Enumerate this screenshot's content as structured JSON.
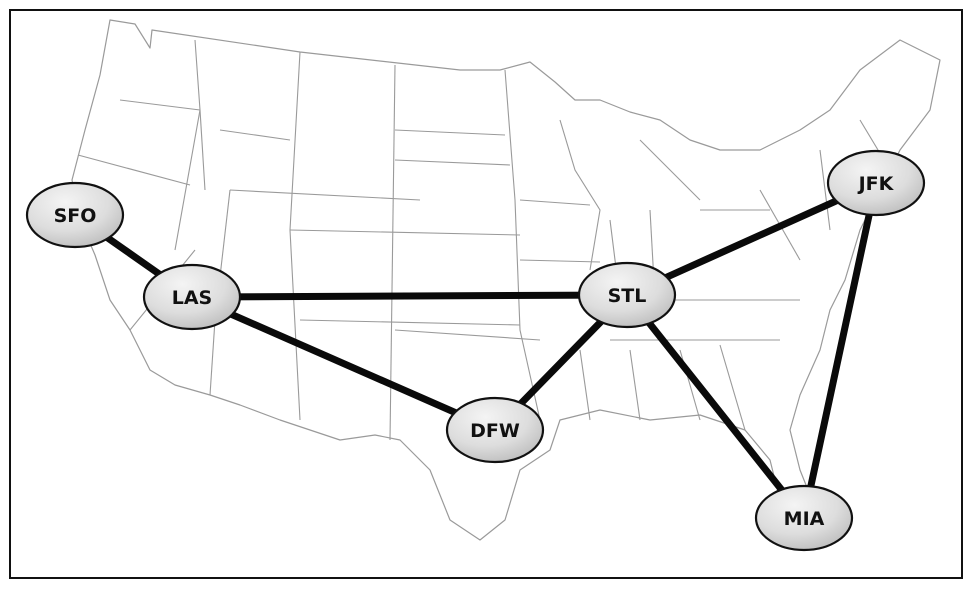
{
  "airports": [
    {
      "id": "SFO",
      "label": "SFO"
    },
    {
      "id": "LAS",
      "label": "LAS"
    },
    {
      "id": "STL",
      "label": "STL"
    },
    {
      "id": "DFW",
      "label": "DFW"
    },
    {
      "id": "JFK",
      "label": "JFK"
    },
    {
      "id": "MIA",
      "label": "MIA"
    }
  ],
  "routes": [
    {
      "from": "SFO",
      "to": "LAS"
    },
    {
      "from": "LAS",
      "to": "STL"
    },
    {
      "from": "LAS",
      "to": "DFW"
    },
    {
      "from": "STL",
      "to": "DFW"
    },
    {
      "from": "STL",
      "to": "JFK"
    },
    {
      "from": "STL",
      "to": "MIA"
    },
    {
      "from": "JFK",
      "to": "MIA"
    }
  ],
  "colors": {
    "node_fill_light": "#f4f4f4",
    "node_fill_dark": "#bdbdbd",
    "route": "#0a0a0a",
    "map_lines": "#9a9a9a"
  }
}
